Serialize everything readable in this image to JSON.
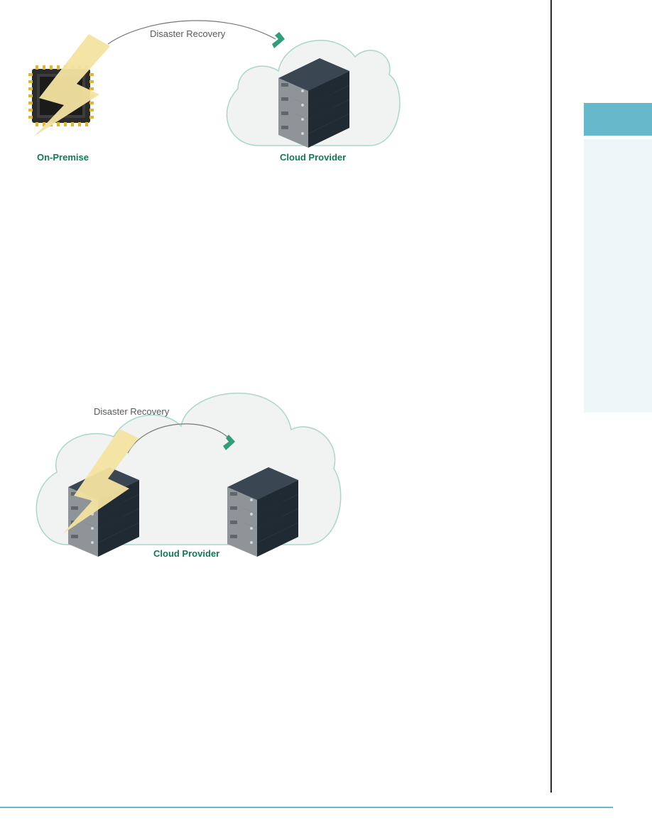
{
  "diagram_top": {
    "arrow_label": "Disaster Recovery",
    "left_label": "On-Premise",
    "right_label": "Cloud Provider"
  },
  "diagram_bottom": {
    "arrow_label": "Disaster Recovery",
    "cloud_label": "Cloud Provider"
  },
  "colors": {
    "label_green": "#0e7a56",
    "arrow_green": "#2e9f7a",
    "cloud_fill": "#f1f2f2",
    "cloud_stroke": "#a9d6cc",
    "bolt": "#f3e3a0",
    "server_dark": "#2b3540",
    "side_tab": "#66b9cb",
    "side_panel": "#eff6f8",
    "rule": "#66b9cb"
  }
}
